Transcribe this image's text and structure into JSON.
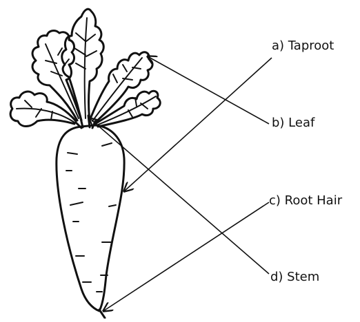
{
  "labels": {
    "a": "a) Taproot",
    "b": "b) Leaf",
    "c": "c) Root Hair",
    "d": "d) Stem"
  },
  "colors": {
    "ink": "#111111",
    "background": "#ffffff"
  }
}
